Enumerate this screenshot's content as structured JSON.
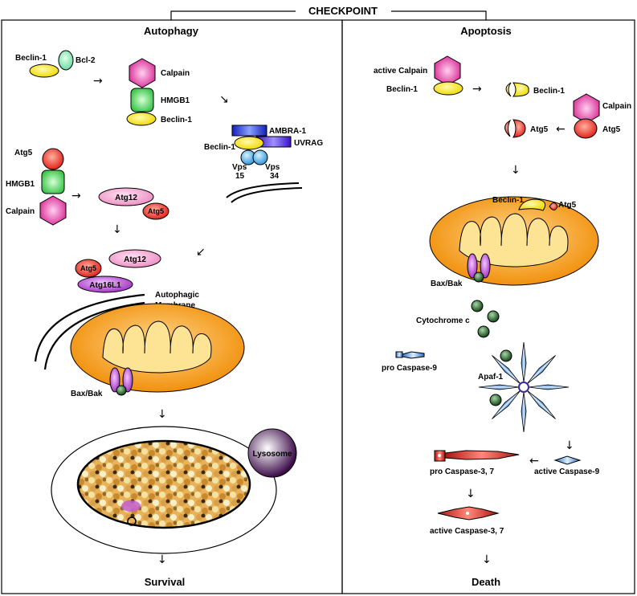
{
  "checkpoint": "CHECKPOINT",
  "left": {
    "title": "Autophagy",
    "bottom": "Survival",
    "beclin1_bcl2": {
      "beclin": "Beclin-1",
      "bcl2": "Bcl-2"
    },
    "calpain_complex": {
      "calpain": "Calpain",
      "hmgb1": "HMGB1",
      "beclin": "Beclin-1"
    },
    "vps_complex": {
      "ambra": "AMBRA-1",
      "uvrag": "UVRAG",
      "beclin": "Beclin-1",
      "vps15a": "Vps",
      "vps15b": "15",
      "vps34a": "Vps",
      "vps34b": "34"
    },
    "atg5_complex": {
      "atg5": "Atg5",
      "hmgb1": "HMGB1",
      "calpain": "Calpain"
    },
    "atg12_atg5": {
      "atg12": "Atg12",
      "atg5": "Atg5"
    },
    "atg16_complex": {
      "atg5": "Atg5",
      "atg12": "Atg12",
      "atg16": "Atg16L1"
    },
    "membrane_a": "Autophagic",
    "membrane_b": "Membrane",
    "baxbak": "Bax/Bak",
    "lysosome": "Lysosome"
  },
  "right": {
    "title": "Apoptosis",
    "bottom": "Death",
    "active_calpain": "active Calpain",
    "beclin_left": "Beclin-1",
    "beclin_cleaved": "Beclin-1",
    "calpain": "Calpain",
    "atg5_right": "Atg5",
    "atg5_cleaved": "Atg5",
    "mito_beclin": "Beclin-1",
    "mito_atg5": "Atg5",
    "baxbak": "Bax/Bak",
    "cytochrome": "Cytochrome c",
    "pro_casp9": "pro Caspase-9",
    "apaf": "Apaf-1",
    "active_casp9": "active Caspase-9",
    "pro_casp37": "pro Caspase-3, 7",
    "active_casp37": "active Caspase-3, 7"
  },
  "colors": {
    "calpain": "#e0269a",
    "hmgb1": "#2ecc40",
    "beclin": "#f5e000",
    "atg5": "#e8251c",
    "atg12": "#f2a3cf",
    "atg16": "#b048c8",
    "mito": "#f59a12",
    "cytochrome": "#2f6b34",
    "caspase9": "#4f8fd6",
    "caspase3": "#c01515",
    "ambra": "#1530d0"
  }
}
